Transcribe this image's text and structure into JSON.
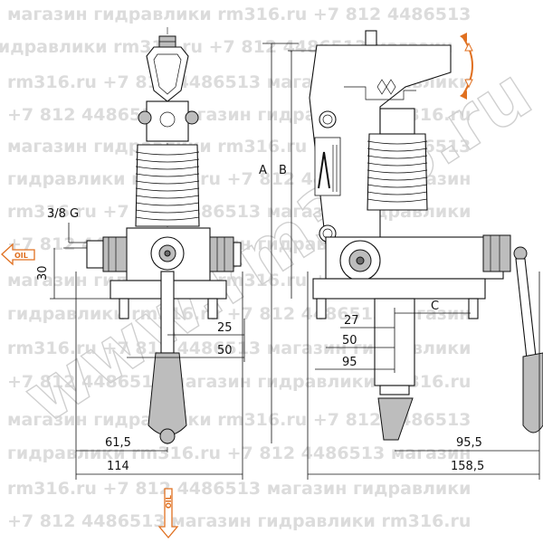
{
  "watermark": {
    "rows": [
      "магазин гидравлики rm316.ru +7 812 4486513",
      "гидравлики rm316.ru +7 812 4486513 магазин",
      "rm316.ru +7 812 4486513 магазин гидравлики",
      "+7 812 4486513 магазин гидравлики rm316.ru",
      "магазин гидравлики rm316.ru +7 812 4486513",
      "гидравлики rm316.ru +7 812 4486513 магазин",
      "rm316.ru +7 812 4486513 магазин гидравлики",
      "+7 812 4486513 магазин гидравлики rm316.ru",
      "магазин гидравлики rm316.ru +7 812 4486513",
      "гидравлики rm316.ru +7 812 4486513 магазин",
      "rm316.ru +7 812 4486513 магазин гидравлики",
      "+7 812 4486513 магазин гидравлики rm316.ru",
      "магазин гидравлики rm316.ru +7 812 4486513",
      "гидравлики rm316.ru +7 812 4486513 магазин",
      "rm316.ru +7 812 4486513 магазин гидравлики",
      "+7 812 4486513 магазин гидравлики rm316.ru"
    ],
    "diagonal": "www.rm316.ru"
  },
  "labels": {
    "thread": "3/8 G",
    "oil_left": "OIL",
    "oil_bottom": "OIL",
    "dim_30": "30",
    "dim_25": "25",
    "dim_50_left": "50",
    "dim_61_5": "61,5",
    "dim_114": "114",
    "dim_A": "A",
    "dim_B": "B",
    "dim_C": "C",
    "dim_27": "27",
    "dim_50_right": "50",
    "dim_95": "95",
    "dim_95_5": "95,5",
    "dim_158_5": "158,5"
  },
  "colors": {
    "line": "#111111",
    "arrow_orange": "#e07020",
    "watermark": "#dcdcdc"
  },
  "icons": [
    "oil-port-arrow-icon",
    "rotation-arrow-icon",
    "cavi-logo-icon"
  ]
}
